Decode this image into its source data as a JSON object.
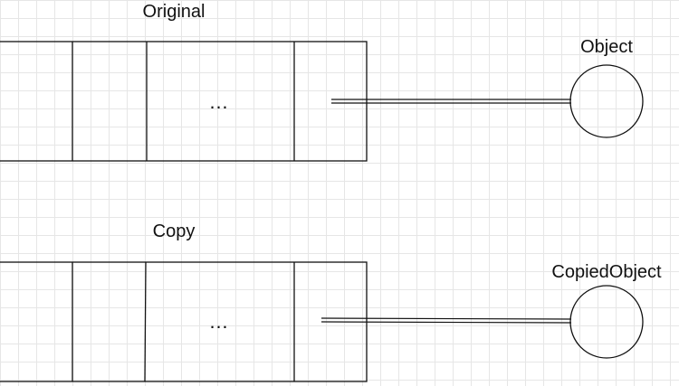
{
  "original": {
    "label": "Original",
    "ellipsis": "…",
    "object_label": "Object"
  },
  "copy": {
    "label": "Copy",
    "ellipsis": "…",
    "object_label": "CopiedObject"
  }
}
